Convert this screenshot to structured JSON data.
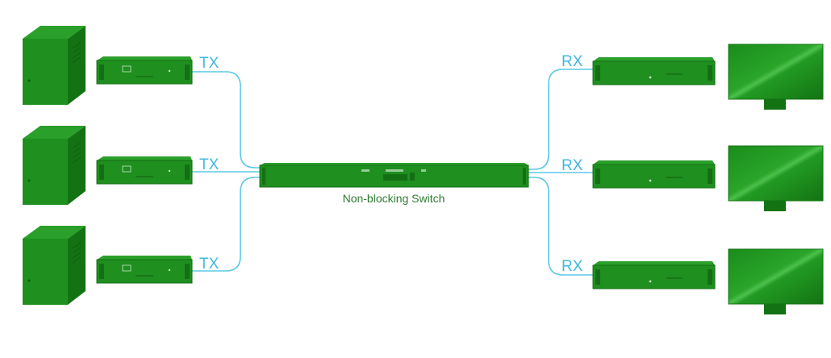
{
  "colors": {
    "device": "#1f8f1f",
    "device_dark": "#146f14",
    "device_edge": "#0c4f0c",
    "link": "#5bc8e6",
    "label_link": "#3fb8de",
    "caption": "#2e7d32",
    "screen": "#1e8e1e"
  },
  "transmitters": [
    {
      "label": "TX"
    },
    {
      "label": "TX"
    },
    {
      "label": "TX"
    }
  ],
  "receivers": [
    {
      "label": "RX"
    },
    {
      "label": "RX"
    },
    {
      "label": "RX"
    }
  ],
  "switch": {
    "caption": "Non-blocking Switch"
  },
  "icons": {
    "source": "computer-tower-icon",
    "transmitter": "tx-box-icon",
    "switch": "switch-chassis-icon",
    "receiver": "rx-box-icon",
    "display": "monitor-icon"
  }
}
